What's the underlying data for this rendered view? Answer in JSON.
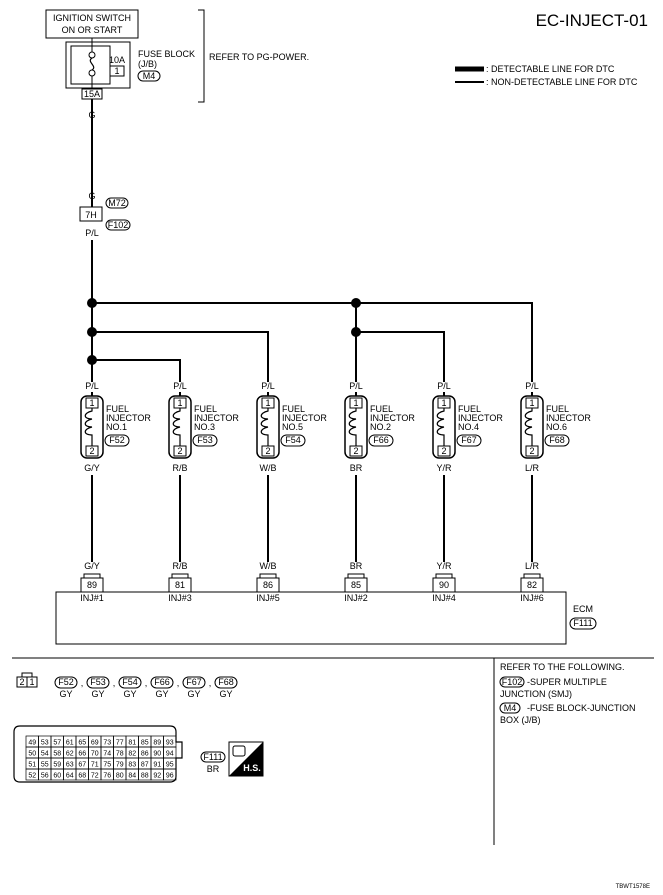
{
  "title": "EC-INJECT-01",
  "ignition": {
    "line1": "IGNITION SWITCH",
    "line2": "ON OR START"
  },
  "fuse_block": {
    "line1": "FUSE BLOCK",
    "line2": "(J/B)",
    "connector": "M4",
    "fuse": "10A",
    "fuse_no": "1",
    "terminal": "15A",
    "refer": "REFER TO PG-POWER."
  },
  "legend": {
    "detectable": ": DETECTABLE LINE FOR DTC",
    "non_detectable": ": NON-DETECTABLE LINE FOR DTC"
  },
  "wire_g_top": "G",
  "wire_g_joint": "G",
  "joint": {
    "terminal": "7H",
    "connector_m": "M72",
    "connector_f": "F102",
    "wire_out": "P/L"
  },
  "injectors": [
    {
      "in_wire": "P/L",
      "name1": "FUEL",
      "name2": "INJECTOR",
      "name3": "NO.1",
      "connector": "F52",
      "pin_top": "1",
      "pin_bottom": "2",
      "out_wire": "G/Y",
      "ecm_wire": "G/Y",
      "ecm_terminal": "89",
      "ecm_label": "INJ#1"
    },
    {
      "in_wire": "P/L",
      "name1": "FUEL",
      "name2": "INJECTOR",
      "name3": "NO.3",
      "connector": "F53",
      "pin_top": "1",
      "pin_bottom": "2",
      "out_wire": "R/B",
      "ecm_wire": "R/B",
      "ecm_terminal": "81",
      "ecm_label": "INJ#3"
    },
    {
      "in_wire": "P/L",
      "name1": "FUEL",
      "name2": "INJECTOR",
      "name3": "NO.5",
      "connector": "F54",
      "pin_top": "1",
      "pin_bottom": "2",
      "out_wire": "W/B",
      "ecm_wire": "W/B",
      "ecm_terminal": "86",
      "ecm_label": "INJ#5"
    },
    {
      "in_wire": "P/L",
      "name1": "FUEL",
      "name2": "INJECTOR",
      "name3": "NO.2",
      "connector": "F66",
      "pin_top": "1",
      "pin_bottom": "2",
      "out_wire": "BR",
      "ecm_wire": "BR",
      "ecm_terminal": "85",
      "ecm_label": "INJ#2"
    },
    {
      "in_wire": "P/L",
      "name1": "FUEL",
      "name2": "INJECTOR",
      "name3": "NO.4",
      "connector": "F67",
      "pin_top": "1",
      "pin_bottom": "2",
      "out_wire": "Y/R",
      "ecm_wire": "Y/R",
      "ecm_terminal": "90",
      "ecm_label": "INJ#4"
    },
    {
      "in_wire": "P/L",
      "name1": "FUEL",
      "name2": "INJECTOR",
      "name3": "NO.6",
      "connector": "F68",
      "pin_top": "1",
      "pin_bottom": "2",
      "out_wire": "L/R",
      "ecm_wire": "L/R",
      "ecm_terminal": "82",
      "ecm_label": "INJ#6"
    }
  ],
  "ecm": {
    "label": "ECM",
    "connector": "F111"
  },
  "footer": {
    "conn_pins": [
      "2",
      "1"
    ],
    "connectors": [
      "F52",
      "F53",
      "F54",
      "F66",
      "F67",
      "F68"
    ],
    "sep": ",",
    "color": "GY",
    "ecm_conn": "F111",
    "ecm_color": "BR",
    "hs": "H.S.",
    "grid_rows": [
      [
        "49",
        "53",
        "57",
        "61",
        "65",
        "69",
        "73",
        "77",
        "81",
        "85",
        "89",
        "93"
      ],
      [
        "50",
        "54",
        "58",
        "62",
        "66",
        "70",
        "74",
        "78",
        "82",
        "86",
        "90",
        "94"
      ],
      [
        "51",
        "55",
        "59",
        "63",
        "67",
        "71",
        "75",
        "79",
        "83",
        "87",
        "91",
        "95"
      ],
      [
        "52",
        "56",
        "60",
        "64",
        "68",
        "72",
        "76",
        "80",
        "84",
        "88",
        "92",
        "96"
      ]
    ],
    "refer_title": "REFER TO THE FOLLOWING.",
    "ref1_conn": "F102",
    "ref1_text1": "-SUPER MULTIPLE",
    "ref1_text2": "JUNCTION (SMJ)",
    "ref2_conn": "M4",
    "ref2_text1": "-FUSE BLOCK-JUNCTION",
    "ref2_text2": "BOX (J/B)"
  },
  "code": "TBWT1578E"
}
